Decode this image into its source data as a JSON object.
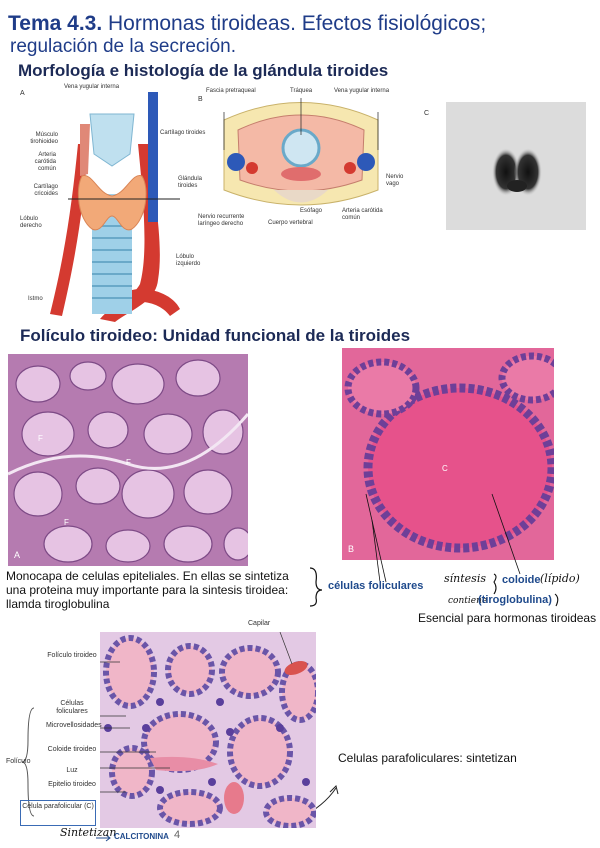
{
  "header": {
    "tema_number": "Tema 4.3.",
    "tema_title": " Hormonas tiroideas. Efectos fisiológicos;",
    "tema_subtitle": "regulación de la secreción."
  },
  "section1": {
    "heading": "Morfología e histología de la glándula tiroides",
    "panel_a": {
      "letter": "A",
      "labels": [
        "Vena yugular interna",
        "Músculo tirohioideo",
        "Arteria carótida común",
        "Cartílago tiroides",
        "Cartílago cricoides",
        "Lóbulo derecho",
        "Istmo",
        "Lóbulo izquierdo"
      ]
    },
    "panel_b": {
      "letter": "B",
      "labels": [
        "Fascia pretraqueal",
        "Tráquea",
        "Vena yugular interna",
        "Glándula tiroides",
        "Nervio vago",
        "Nervio recurrente laríngeo derecho",
        "Esófago",
        "Cuerpo vertebral",
        "Arteria carótida común"
      ]
    },
    "panel_c": {
      "letter": "C"
    }
  },
  "section2": {
    "heading": "Folículo tiroideo: Unidad funcional de la tiroides",
    "micro_a": {
      "letter": "A",
      "labels": [
        "F",
        "F",
        "F"
      ]
    },
    "micro_b": {
      "letter": "B",
      "labels": [
        "C"
      ]
    },
    "note_left_1": "Monocapa de celulas epiteliales. En ellas se sintetiza",
    "note_left_2": "una proteina muy importante para la sintesis tiroidea:",
    "note_left_3": "llamda tiroglobulina",
    "celulas_foliculares": "células foliculares",
    "hand_sintesis": "síntesis",
    "coloide": "coloide",
    "hand_lipido": "(lípido)",
    "hand_contiene": "contiene",
    "tiroglobulina": "(tiroglobulina)",
    "esencial": "Esencial para hormonas tiroideas"
  },
  "section3": {
    "labels": [
      "Folículo tiroideo",
      "Células foliculares",
      "Microvellosidades",
      "Coloide tiroideo",
      "Luz",
      "Epitelio tiroideo"
    ],
    "foliculo": "Folículo",
    "capilar": "Capilar",
    "parafolicular": "Célula parafolicular (C)",
    "parafolicular_note": "Celulas parafoliculares: sintetizan",
    "hand_sintetizan": "Sintetizan",
    "calcitonina": "CALCITONINA",
    "page_number": "4"
  }
}
